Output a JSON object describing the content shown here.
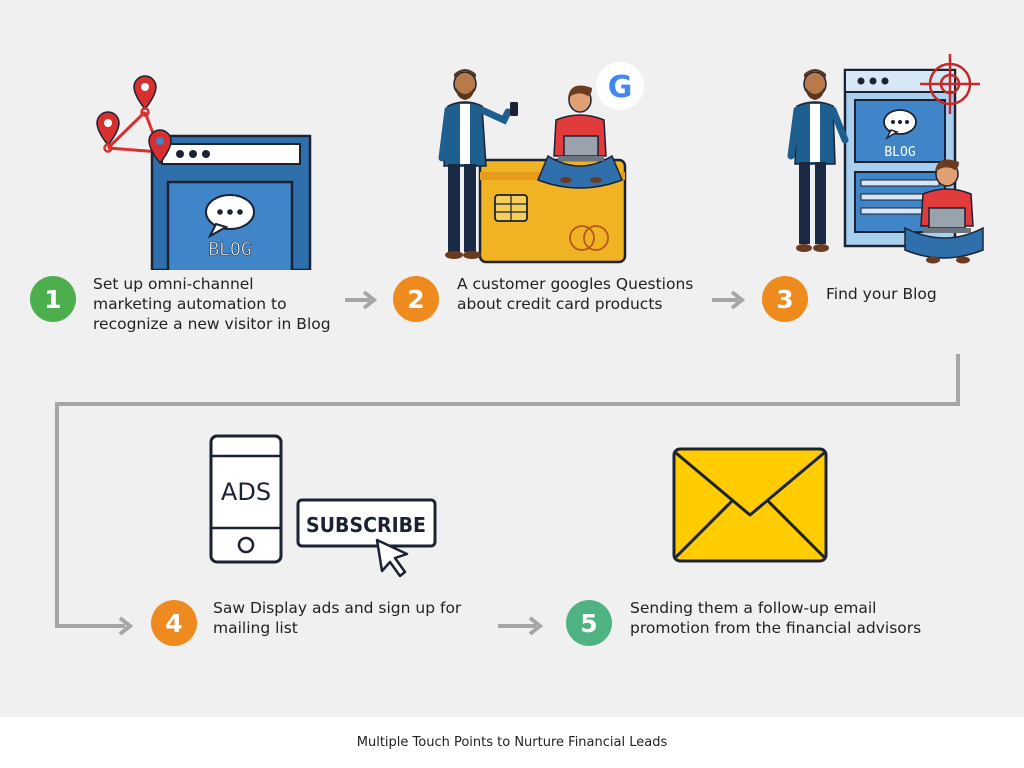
{
  "steps": [
    {
      "number": "1",
      "text": "Set up omni-channel\nmarketing automation to\nrecognize a new visitor in Blog"
    },
    {
      "number": "2",
      "text": "A customer googles Questions\nabout credit card products"
    },
    {
      "number": "3",
      "text": "Find your Blog"
    },
    {
      "number": "4",
      "text": "Saw Display ads and sign up for\nmailing list"
    },
    {
      "number": "5",
      "text": "Sending them a follow-up email\npromotion from the financial advisors"
    }
  ],
  "illustration_text": {
    "blog": "BLOG",
    "blog_small": "BLOG",
    "google_g": "G",
    "ads": "ADS",
    "subscribe": "SUBSCRIBE"
  },
  "colors": {
    "green": "#4cae4c",
    "orange": "#ee8a1e",
    "teal": "#4fb381",
    "blog_blue": "#3f85c7",
    "card_yellow": "#f0b323",
    "envelope_yellow": "#ffcc00",
    "pin_red": "#d8302f",
    "arrow_gray": "#a6a6a6"
  },
  "icons": [
    "location-pin-icon",
    "google-icon",
    "crosshair-icon",
    "chat-bubble-icon",
    "cursor-icon",
    "envelope-icon"
  ],
  "caption": "Multiple Touch Points to Nurture Financial Leads"
}
